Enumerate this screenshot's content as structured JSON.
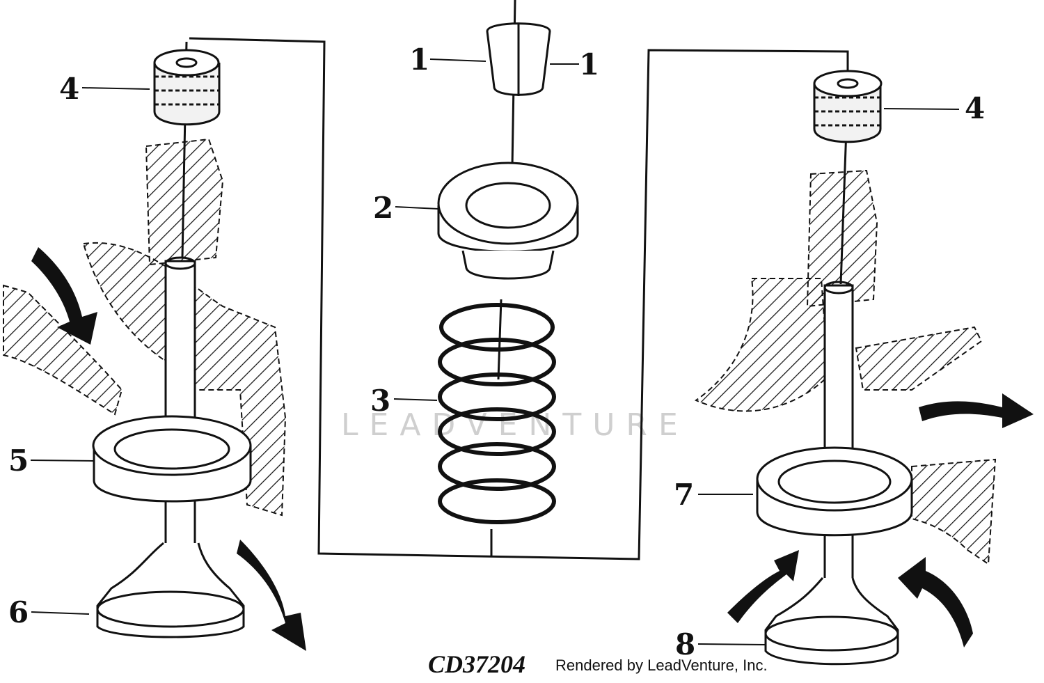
{
  "callouts": {
    "keeper_left": "1",
    "keeper_right": "1",
    "spring_cap": "2",
    "spring": "3",
    "seal_left": "4",
    "seal_right": "4",
    "exhaust_insert": "5",
    "exhaust_valve": "6",
    "intake_insert": "7",
    "intake_valve": "8"
  },
  "figure_code": "CD37204",
  "rendered_by": "Rendered by LeadVenture, Inc.",
  "watermark": "LEADVENTURE"
}
